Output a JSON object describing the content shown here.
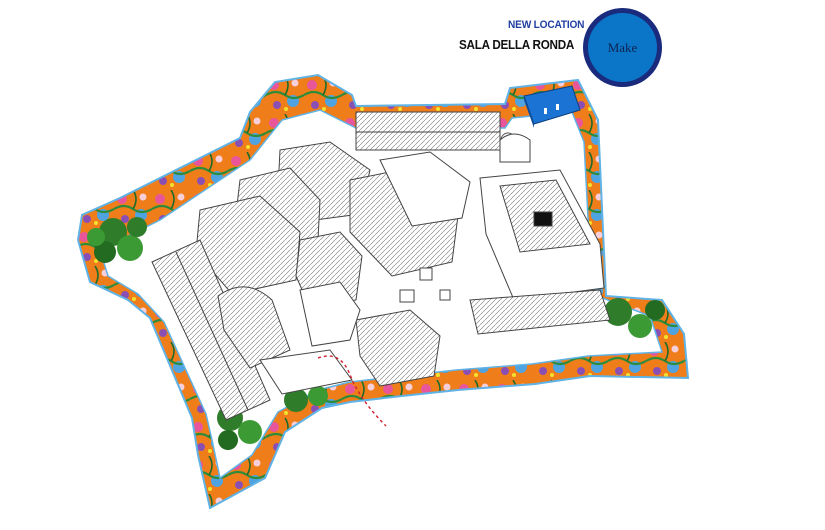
{
  "header": {
    "new_location": "NEW LOCATION",
    "venue_name": "SALA DELLA RONDA"
  },
  "button": {
    "make_label": "Make"
  },
  "colors": {
    "accent_navy": "#1a2a7c",
    "accent_blue": "#0b76c8",
    "highlight_building": "#1b74d4",
    "wall_orange": "#ef7d1a",
    "wall_outline": "#5fb3e6",
    "route": "#d2202f"
  }
}
